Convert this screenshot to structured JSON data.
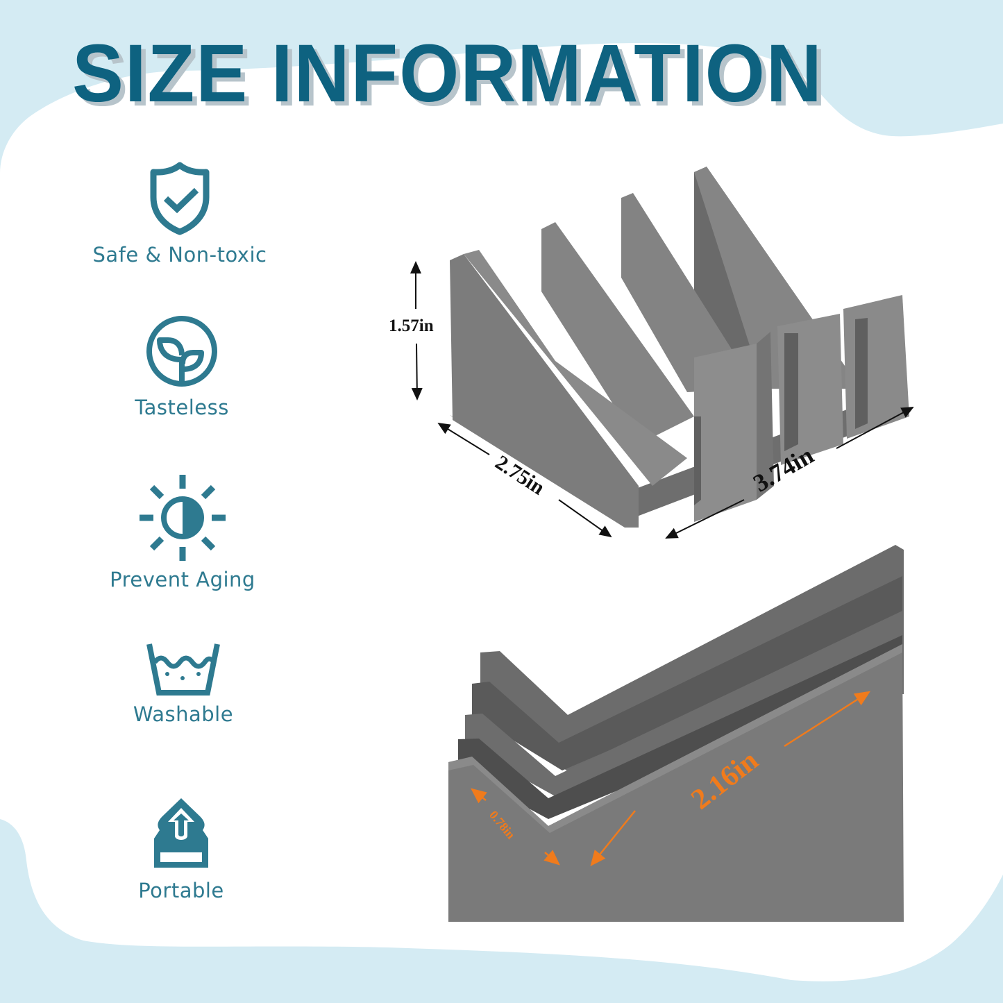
{
  "header": {
    "title": "SIZE INFORMATION"
  },
  "colors": {
    "title": "#0e6280",
    "title_shadow": "#b7c4cb",
    "accent_teal": "#2e7a90",
    "background_blob": "#d4ebf3",
    "product_gray": "#7a7a7a",
    "dimension_black": "#111111",
    "dimension_orange": "#f07b1c"
  },
  "features": [
    {
      "icon": "shield-check-icon",
      "label": "Safe & Non-toxic"
    },
    {
      "icon": "sprout-circle-icon",
      "label": "Tasteless"
    },
    {
      "icon": "sun-half-icon",
      "label": "Prevent Aging"
    },
    {
      "icon": "wash-basin-icon",
      "label": "Washable"
    },
    {
      "icon": "upload-tray-icon",
      "label": "Portable"
    }
  ],
  "dimensions": {
    "top_view": {
      "height": "1.57in",
      "depth": "2.75in",
      "width": "3.74in"
    },
    "side_view": {
      "slot_depth": "0.78in",
      "slope_length": "2.16in"
    }
  }
}
